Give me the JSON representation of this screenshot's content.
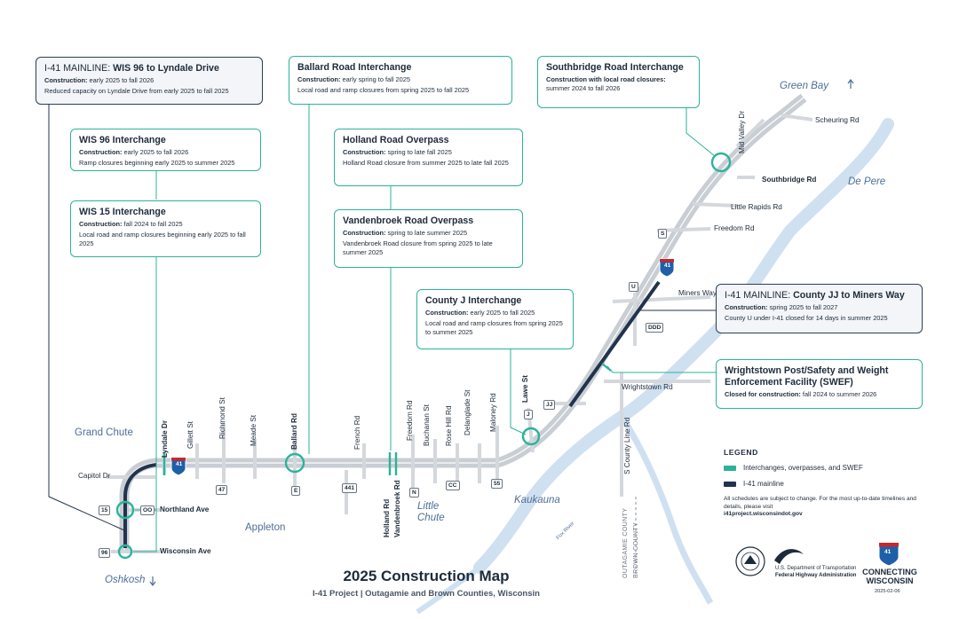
{
  "callouts": {
    "mainline_wis96": {
      "title_prefix": "I-41 MAINLINE:",
      "title_main": "WIS 96 to Lyndale Drive",
      "construction_label": "Construction:",
      "construction_value": "early 2025 to fall 2026",
      "detail": "Reduced capacity on Lyndale Drive from early 2025 to fall 2025"
    },
    "wis96": {
      "title": "WIS 96 Interchange",
      "construction_label": "Construction:",
      "construction_value": "early 2025 to fall 2026",
      "detail": "Ramp closures beginning early 2025 to summer 2025"
    },
    "wis15": {
      "title": "WIS 15 Interchange",
      "construction_label": "Construction:",
      "construction_value": "fall 2024 to fall 2025",
      "detail": "Local road and ramp closures beginning early 2025 to fall 2025"
    },
    "ballard": {
      "title": "Ballard Road Interchange",
      "construction_label": "Construction:",
      "construction_value": "early spring to fall 2025",
      "detail": "Local road and ramp closures from spring 2025 to fall 2025"
    },
    "holland": {
      "title": "Holland Road Overpass",
      "construction_label": "Construction:",
      "construction_value": "spring to late fall 2025",
      "detail": "Holland Road closure from summer 2025 to late fall 2025"
    },
    "vandenbroek": {
      "title": "Vandenbroek Road Overpass",
      "construction_label": "Construction:",
      "construction_value": "spring to late summer 2025",
      "detail": "Vandenbroek Road closure from spring 2025 to late summer 2025"
    },
    "countyj": {
      "title": "County J Interchange",
      "construction_label": "Construction:",
      "construction_value": "early 2025 to fall 2025",
      "detail": "Local road and ramp closures from spring 2025 to summer 2025"
    },
    "southbridge": {
      "title": "Southbridge Road Interchange",
      "construction_label": "Construction with local road closures:",
      "construction_value": "summer 2024 to fall 2026"
    },
    "mainline_jj": {
      "title_prefix": "I-41 MAINLINE:",
      "title_main": "County JJ to Miners Way",
      "construction_label": "Construction:",
      "construction_value": "spring 2025 to fall 2027",
      "detail": "County U under I-41 closed for 14 days in summer 2025"
    },
    "swef": {
      "title": "Wrightstown Post/Safety and Weight Enforcement Facility (SWEF)",
      "construction_label": "Closed for construction:",
      "construction_value": "fall 2024 to summer 2026"
    }
  },
  "cities": {
    "green_bay": "Green Bay",
    "de_pere": "De Pere",
    "grand_chute": "Grand Chute",
    "appleton": "Appleton",
    "little_chute_1": "Little",
    "little_chute_2": "Chute",
    "kaukauna": "Kaukauna",
    "oshkosh": "Oshkosh"
  },
  "roads": {
    "scheuring": "Scheuring Rd",
    "mid_valley": "Mid Valley Dr",
    "southbridge": "Southbridge Rd",
    "little_rapids": "Little Rapids Rd",
    "freedom_rd": "Freedom Rd",
    "miners_way": "Miners Way",
    "wrightstown_rd": "Wrightstown Rd",
    "s_county_line": "S County Line Rd",
    "lawe": "Lawe St",
    "maloney": "Maloney Rd",
    "delanglade": "Delanglade St",
    "rose_hill": "Rose Hill Rd",
    "buchanan": "Buchanan St",
    "freedom_st": "Freedom Rd",
    "french": "French Rd",
    "holland": "Holland Rd",
    "vandenbroek": "Vandenbroek Rd",
    "ballard": "Ballard Rd",
    "meade": "Meade St",
    "richmond": "Richmond St",
    "gillett": "Gillett St",
    "lyndale": "Lyndale Dr",
    "capitol": "Capitol Dr",
    "northland": "Northland Ave",
    "wisconsin": "Wisconsin Ave",
    "fox_river": "Fox River"
  },
  "shields": {
    "s1": "S",
    "u": "U",
    "ddd": "DDD",
    "j": "J",
    "jj": "JJ",
    "cty55": "55",
    "cc": "CC",
    "n": "N",
    "r441": "441",
    "e": "E",
    "r47": "47",
    "r15": "15",
    "oo": "OO",
    "r96": "96",
    "i41": "41"
  },
  "county_line": {
    "left": "OUTAGAMIE COUNTY",
    "right": "BROWN COUNTY"
  },
  "legend": {
    "title": "LEGEND",
    "item1": "Interchanges, overpasses, and SWEF",
    "item2": "I-41 mainline",
    "note": "All schedules are subject to change. For the most up-to-date timelines and details, please visit",
    "url": "i41project.wisconsindot.gov"
  },
  "map_title": {
    "title": "2025 Construction Map",
    "subtitle": "I-41 Project | Outagamie and Brown Counties, Wisconsin"
  },
  "logos": {
    "usdot_1": "U.S. Department of Transportation",
    "usdot_2": "Federal Highway Administration",
    "cw_1": "CONNECTING",
    "cw_2": "WISCONSIN",
    "date": "2025-02-06"
  },
  "colors": {
    "teal": "#2bb39a",
    "navy": "#22334d",
    "road": "#c9ced4",
    "water": "#cfe0f1",
    "label_blue": "#4e6e96"
  }
}
